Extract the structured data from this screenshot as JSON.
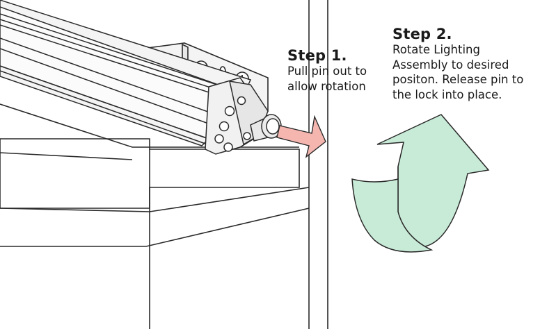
{
  "step1": {
    "title": "Step 1.",
    "text": "Pull pin out to\nallow rotation"
  },
  "step2": {
    "title": "Step 2.",
    "text": "Rotate Lighting\nAssembly to desired\npositon. Release pin to\nthe lock into place."
  },
  "colors": {
    "pull_arrow_fill": "#f6b6b0",
    "rotate_arrow_fill": "#c8ebd7",
    "line": "#2a2a2a",
    "housing_fill": "#f4f4f4"
  }
}
